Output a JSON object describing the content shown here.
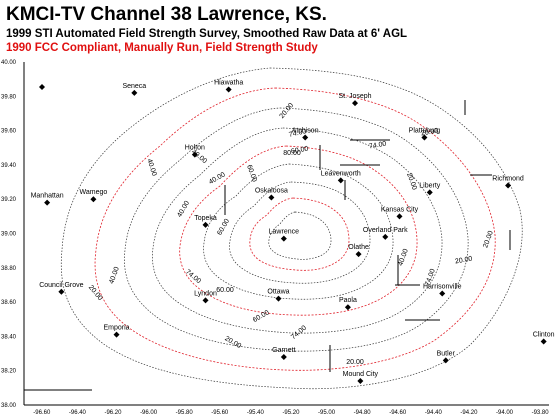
{
  "header": {
    "title": "KMCI-TV Channel 38  Lawrence, KS.",
    "subtitle1": "1999 STI Automated Field Strength Survey, Smoothed Raw Data at 6' AGL",
    "subtitle2": "1990 FCC Compliant, Manually Run, Field Strength Study"
  },
  "colors": {
    "title": "#000000",
    "red_text": "#e01010",
    "red_contour": "#e0202a",
    "contour": "#333333"
  },
  "map": {
    "y_ticks": [
      "40.00",
      "39.80",
      "39.60",
      "39.40",
      "39.20",
      "39.00",
      "38.80",
      "38.60",
      "38.40",
      "38.20",
      "38.00"
    ],
    "x_ticks": [
      "-96.60",
      "-96.40",
      "-96.20",
      "-96.00",
      "-95.80",
      "-95.60",
      "-95.40",
      "-95.20",
      "-95.00",
      "-94.80",
      "-94.60",
      "-94.40",
      "-94.20",
      "-94.00",
      "-93.80"
    ],
    "cities": [
      {
        "name": "Seneca",
        "lon": -96.08,
        "lat": 39.82
      },
      {
        "name": "Hiawatha",
        "lon": -95.55,
        "lat": 39.84
      },
      {
        "name": "St. Joseph",
        "lon": -94.84,
        "lat": 39.76
      },
      {
        "name": "Atchison",
        "lon": -95.12,
        "lat": 39.56
      },
      {
        "name": "Plattsburg",
        "lon": -94.45,
        "lat": 39.56
      },
      {
        "name": "Holton",
        "lon": -95.74,
        "lat": 39.46
      },
      {
        "name": "Liberty",
        "lon": -94.42,
        "lat": 39.24
      },
      {
        "name": "Leavenworth",
        "lon": -94.92,
        "lat": 39.31
      },
      {
        "name": "Manhattan",
        "lon": -96.57,
        "lat": 39.18
      },
      {
        "name": "Oskaloosa",
        "lon": -95.31,
        "lat": 39.21
      },
      {
        "name": "Richmond",
        "lon": -93.98,
        "lat": 39.28
      },
      {
        "name": "Kansas City",
        "lon": -94.59,
        "lat": 39.1
      },
      {
        "name": "Wamego",
        "lon": -96.31,
        "lat": 39.2
      },
      {
        "name": "Topeka",
        "lon": -95.68,
        "lat": 39.05
      },
      {
        "name": "Overland Park",
        "lon": -94.67,
        "lat": 38.98
      },
      {
        "name": "Lawrence",
        "lon": -95.24,
        "lat": 38.97
      },
      {
        "name": "Olathe",
        "lon": -94.82,
        "lat": 38.88
      },
      {
        "name": "Council Grove",
        "lon": -96.49,
        "lat": 38.66
      },
      {
        "name": "Harrisonville",
        "lon": -94.35,
        "lat": 38.65
      },
      {
        "name": "Lyndon",
        "lon": -95.68,
        "lat": 38.61
      },
      {
        "name": "Ottawa",
        "lon": -95.27,
        "lat": 38.62
      },
      {
        "name": "Paola",
        "lon": -94.88,
        "lat": 38.57
      },
      {
        "name": "Emporia",
        "lon": -96.18,
        "lat": 38.41
      },
      {
        "name": "Clinton",
        "lon": -93.78,
        "lat": 38.37
      },
      {
        "name": "Garnett",
        "lon": -95.24,
        "lat": 38.28
      },
      {
        "name": "Butler",
        "lon": -94.33,
        "lat": 38.26
      },
      {
        "name": "Mound City",
        "lon": -94.81,
        "lat": 38.14
      }
    ],
    "contour_labels": [
      "20.00",
      "74.00",
      "40.00",
      "60.00",
      "80.00",
      "20.00",
      "74.00",
      "60.00",
      "40.00",
      "20.00",
      "20.00",
      "20.00",
      "20.00",
      "40.00",
      "40.00",
      "40.00",
      "60.00",
      "74.00",
      "60.00",
      "60.00",
      "74.00",
      "40.00",
      "74.00",
      "20.00",
      "20.00"
    ]
  }
}
